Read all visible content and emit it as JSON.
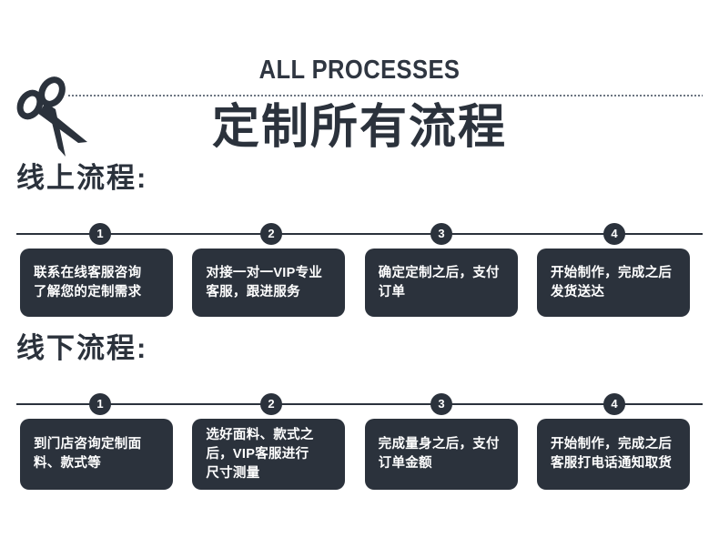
{
  "header": {
    "title_en": "ALL PROCESSES",
    "title_cn": "定制所有流程",
    "icon": "scissors-icon",
    "accent_dark": "#2b323c",
    "divider_color": "#6d7682"
  },
  "sections": [
    {
      "heading": "线上流程:",
      "steps": [
        {
          "number": "1",
          "text": "联系在线客服咨询\n了解您的定制需求"
        },
        {
          "number": "2",
          "text": "对接一对一VIP专业\n客服，跟进服务"
        },
        {
          "number": "3",
          "text": "确定定制之后，支付\n订单"
        },
        {
          "number": "4",
          "text": "开始制作，完成之后\n发货送达"
        }
      ]
    },
    {
      "heading": "线下流程:",
      "steps": [
        {
          "number": "1",
          "text": "到门店咨询定制面\n料、款式等"
        },
        {
          "number": "2",
          "text": "选好面料、款式之\n后，VIP客服进行\n尺寸测量"
        },
        {
          "number": "3",
          "text": "完成量身之后，支付\n订单金额"
        },
        {
          "number": "4",
          "text": "开始制作，完成之后\n客服打电话通知取货"
        }
      ]
    }
  ]
}
